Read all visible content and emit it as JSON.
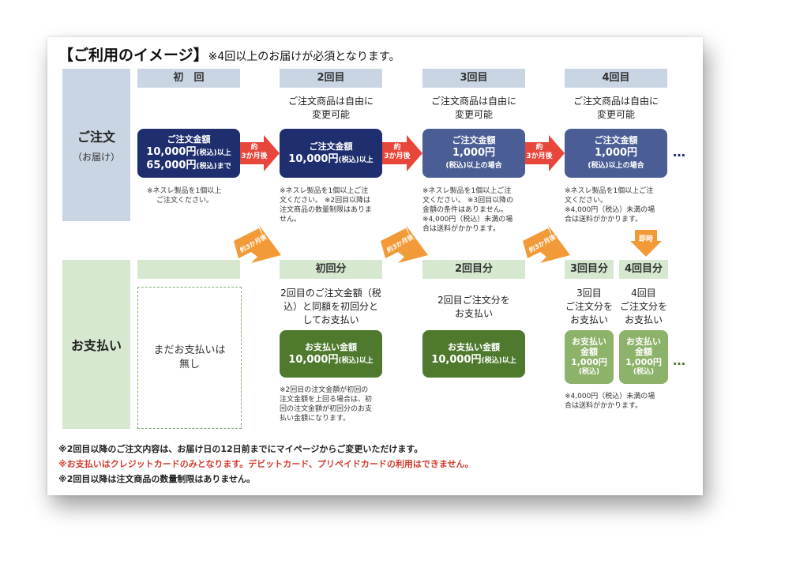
{
  "title": "【ご利用のイメージ】",
  "subtitle": "※4回以上のお届けが必須となります。",
  "rows": {
    "order_main": "ご注文",
    "order_sub": "（お届け）",
    "payment": "お支払い"
  },
  "order_headers": [
    "初　回",
    "2回目",
    "3回目",
    "4回目"
  ],
  "free_change": {
    "line1": "ご注文商品は自由に",
    "line2": "変更可能"
  },
  "order_boxes": [
    {
      "l1": "ご注文金額",
      "l2a": "10,000円",
      "l2a_s": "(税込)以上",
      "l2b": "65,000円",
      "l2b_s": "(税込)まで"
    },
    {
      "l1": "ご注文金額",
      "l2a": "10,000円",
      "l2a_s": "(税込)以上"
    },
    {
      "l1": "ご注文金額",
      "l2a": "1,000円",
      "l3": "(税込)以上の場合"
    },
    {
      "l1": "ご注文金額",
      "l2a": "1,000円",
      "l3": "(税込)以上の場合"
    }
  ],
  "order_notes": [
    [
      "※ネスレ製品を1個以上",
      "ご注文ください。"
    ],
    [
      "※ネスレ製品を1個以上ご注",
      "文ください。 ※2回目以降は",
      "注文商品の数量制限はありま",
      "せん。"
    ],
    [
      "※ネスレ製品を1個以上ご注",
      "文ください。 ※3回目以降の",
      "金額の条件はありません。",
      "※4,000円（税込）未満の場",
      "合は送料がかかります。"
    ],
    [
      "※ネスレ製品を1個以上ご注",
      "文ください。",
      "※4,000円（税込）未満の場",
      "合は送料がかかります。"
    ]
  ],
  "arrow_label": [
    "約",
    "3か月後"
  ],
  "diag_label": "約3か月後",
  "immediate_label": "即時",
  "payment_headers": [
    "初回分",
    "2回目分",
    "3回目分",
    "4回目分"
  ],
  "no_payment": [
    "まだお支払いは",
    "無し"
  ],
  "pay_desc_1": [
    "2回目のご注文金額（税",
    "込）と同額を初回分と",
    "してお支払い"
  ],
  "pay_desc_2": [
    "2回目ご注文分を",
    "お支払い"
  ],
  "pay_desc_3": [
    "3回目",
    "ご注文分を",
    "お支払い"
  ],
  "pay_desc_4": [
    "4回目",
    "ご注文分を",
    "お支払い"
  ],
  "pay_box_wide": {
    "l1": "お支払い金額",
    "l2": "10,000円",
    "l2_s": "(税込)以上"
  },
  "pay_box_small": {
    "l1": "お支払い",
    "l2": "金額",
    "l3": "1,000円",
    "l4": "(税込)"
  },
  "pay_note_1": [
    "※2回目の注文金額が初回の",
    "注文金額を上回る場合は、初",
    "回の注文金額が初回分のお支",
    "払い金額になります。"
  ],
  "pay_note_3": [
    "※4,000円（税込）未満の場",
    "合は送料がかかります。"
  ],
  "ellipsis": "…",
  "footer": [
    "※2回目以降のご注文内容は、お届け日の12日前までにマイページからご変更いただけます。",
    "※お支払いはクレジットカードのみとなります。デビットカード、プリペイドカードの利用はできません。",
    "※2回目以降は注文商品の数量制限はありません。"
  ],
  "colors": {
    "navy": "#1f2e6e",
    "blue": "#4a5d95",
    "green": "#4f7a2e",
    "light_green": "#8db26a",
    "arrow_red": "#e8463a",
    "arrow_orange": "#f29a38",
    "header_blue": "#c9d5e3",
    "header_green": "#d6e8cf",
    "warning_red": "#d23b2c"
  }
}
